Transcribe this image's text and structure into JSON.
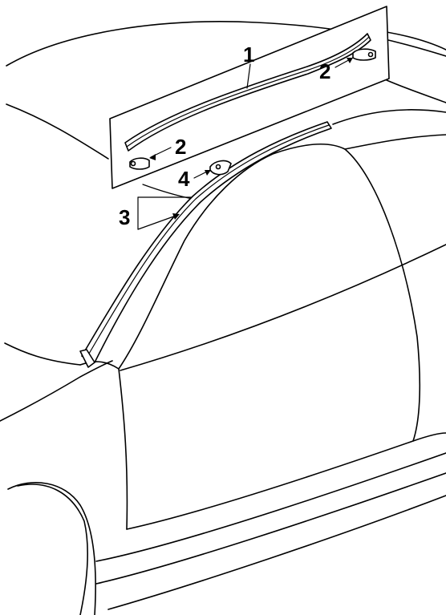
{
  "diagram": {
    "callouts": {
      "c1": "1",
      "c2_top": "2",
      "c2_left": "2",
      "c3": "3",
      "c4": "4"
    },
    "parts": [
      "roof-drip-molding",
      "molding-clip",
      "windshield-pillar-molding",
      "pillar-clip"
    ],
    "colors": {
      "line": "#000000",
      "background": "#ffffff"
    }
  }
}
